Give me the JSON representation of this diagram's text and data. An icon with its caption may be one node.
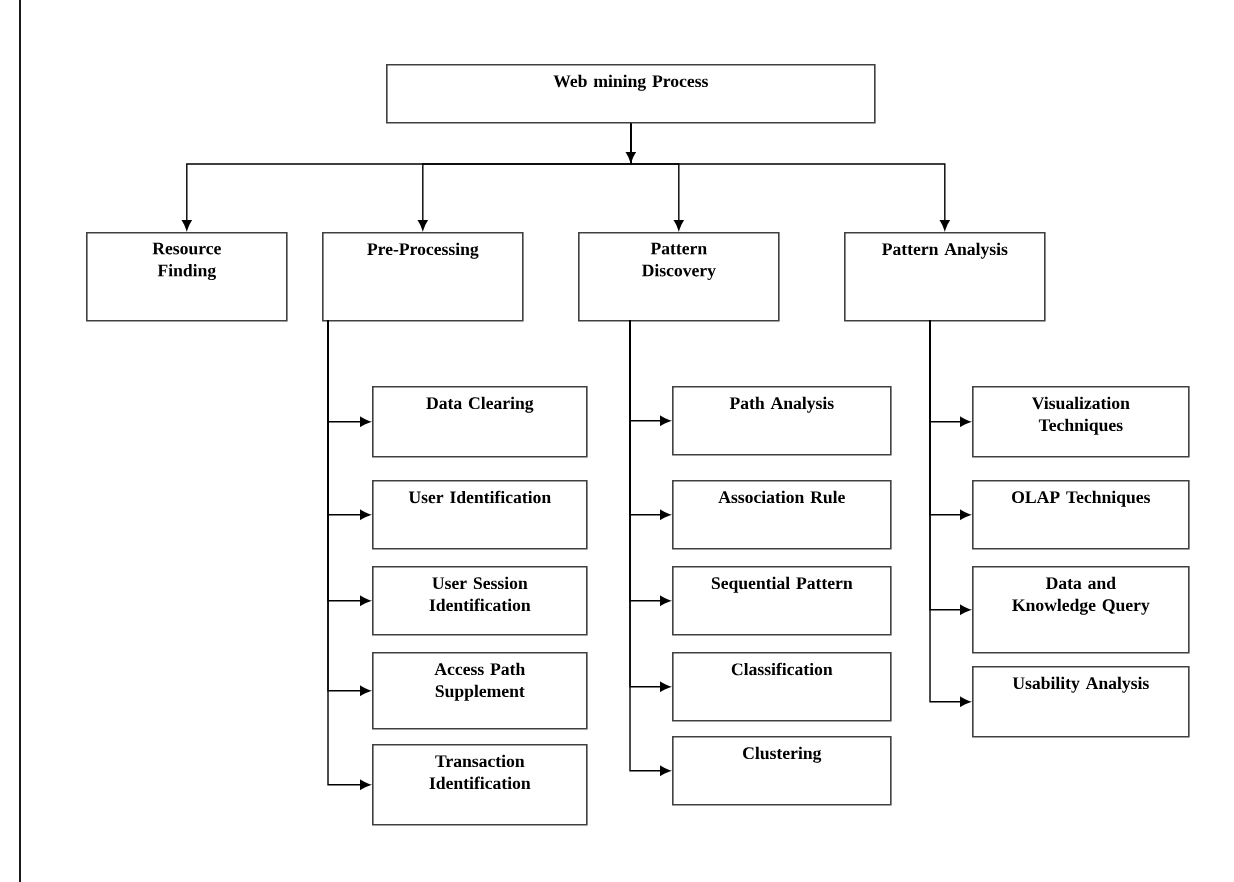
{
  "diagram": {
    "nodes": [
      {
        "text": [
          "Web mining Process"
        ]
      },
      {
        "text": [
          "Resource Finding"
        ]
      },
      {
        "text": [
          "Pre-Processing"
        ]
      },
      {
        "text": [
          "Pattern Discovery"
        ]
      },
      {
        "text": [
          "Pattern Analysis"
        ]
      },
      {
        "text": [
          "Data Clearing"
        ]
      },
      {
        "text": [
          "User Identification"
        ]
      },
      {
        "text": [
          "User Session Identification"
        ]
      },
      {
        "text": [
          "Access Path Supplement"
        ]
      },
      {
        "text": [
          "Transaction Identification"
        ]
      },
      {
        "text": [
          "Path Analysis"
        ]
      },
      {
        "text": [
          "Association Rule"
        ]
      },
      {
        "text": [
          "Sequential Pattern"
        ]
      },
      {
        "text": [
          "Classification"
        ]
      },
      {
        "text": [
          "Clustering"
        ]
      },
      {
        "text": [
          "Visualization Techniques"
        ]
      },
      {
        "text": [
          "OLAP Techniques"
        ]
      },
      {
        "text": [
          "Data and Knowledge Query"
        ]
      },
      {
        "text": [
          "Usability Analysis"
        ]
      }
    ],
    "edges": [
      {
        "from": 0,
        "to": 1,
        "arrow": "to"
      },
      {
        "from": 0,
        "to": 2,
        "arrow": "to"
      },
      {
        "from": 0,
        "to": 3,
        "arrow": "to"
      },
      {
        "from": 0,
        "to": 4,
        "arrow": "to"
      },
      {
        "from": 2,
        "to": 5,
        "arrow": "to"
      },
      {
        "from": 2,
        "to": 6,
        "arrow": "to"
      },
      {
        "from": 2,
        "to": 7,
        "arrow": "to"
      },
      {
        "from": 2,
        "to": 8,
        "arrow": "to"
      },
      {
        "from": 2,
        "to": 9,
        "arrow": "to"
      },
      {
        "from": 3,
        "to": 10,
        "arrow": "to"
      },
      {
        "from": 3,
        "to": 11,
        "arrow": "to"
      },
      {
        "from": 3,
        "to": 12,
        "arrow": "to"
      },
      {
        "from": 3,
        "to": 13,
        "arrow": "to"
      },
      {
        "from": 3,
        "to": 14,
        "arrow": "to"
      },
      {
        "from": 4,
        "to": 15,
        "arrow": "to"
      },
      {
        "from": 4,
        "to": 16,
        "arrow": "to"
      },
      {
        "from": 4,
        "to": 17,
        "arrow": "to"
      },
      {
        "from": 4,
        "to": 18,
        "arrow": "to"
      }
    ]
  }
}
